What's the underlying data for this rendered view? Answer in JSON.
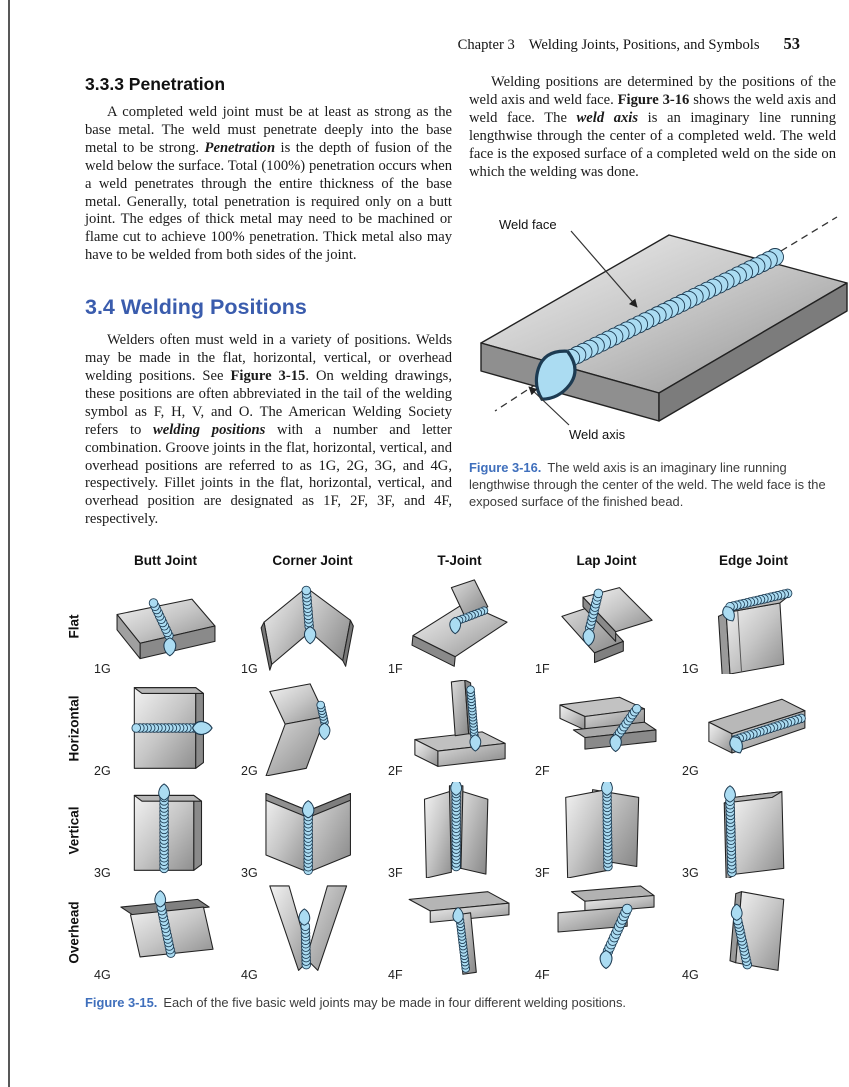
{
  "header": {
    "chapter": "Chapter 3",
    "title": "Welding Joints, Positions, and Symbols",
    "page_number": "53"
  },
  "left_column": {
    "section_333": {
      "heading": "3.3.3 Penetration",
      "body": [
        {
          "t": "A completed weld joint must be at least as strong as the base metal. The weld must penetrate deeply into the base metal to be strong. "
        },
        {
          "t": "Penetration",
          "b": true,
          "i": true
        },
        {
          "t": " is the depth of fusion of the weld below the surface. Total (100%) penetration occurs when a weld penetrates through the entire thickness of the base metal. Generally, total penetration is required only on a butt joint. The edges of thick metal may need to be machined or flame cut to achieve 100% penetration. Thick metal also may have to be welded from both sides of the joint."
        }
      ]
    },
    "section_34": {
      "heading": "3.4 Welding Positions",
      "body": [
        {
          "t": "Welders often must weld in a variety of positions. Welds may be made in the flat, horizontal, vertical, or overhead welding positions. See "
        },
        {
          "t": "Figure 3-15",
          "b": true
        },
        {
          "t": ". On welding drawings, these positions are often abbreviated in the tail of the welding symbol as F, H, V, and O. The American Welding Society refers to "
        },
        {
          "t": "welding positions",
          "b": true,
          "i": true
        },
        {
          "t": " with a number and letter combination. Groove joints in the flat, horizontal, vertical, and overhead positions are referred to as 1G, 2G, 3G, and 4G, respectively. Fillet joints in the flat, horizontal, vertical, and overhead position are designated as 1F, 2F, 3F, and 4F, respectively."
        }
      ]
    }
  },
  "right_column": {
    "intro": [
      {
        "t": "Welding positions are determined by the positions of the weld axis and weld face. "
      },
      {
        "t": "Figure 3-16",
        "b": true
      },
      {
        "t": " shows the weld axis and weld face. The "
      },
      {
        "t": "weld axis",
        "b": true,
        "i": true
      },
      {
        "t": " is an imaginary line running lengthwise through the center of a completed weld. The weld face is the exposed surface of a completed weld on the side on which the welding was done."
      }
    ]
  },
  "figure_3_16": {
    "labels": {
      "weld_face": "Weld face",
      "weld_axis": "Weld axis"
    },
    "caption_label": "Figure 3-16.",
    "caption_text": "The weld axis is an imaginary line running lengthwise through the center of the weld. The weld face is the exposed surface of the finished bead."
  },
  "figure_3_15": {
    "columns": [
      "Butt Joint",
      "Corner Joint",
      "T-Joint",
      "Lap Joint",
      "Edge Joint"
    ],
    "rows": [
      "Flat",
      "Horizontal",
      "Vertical",
      "Overhead"
    ],
    "position_labels": [
      [
        "1G",
        "1G",
        "1F",
        "1F",
        "1G"
      ],
      [
        "2G",
        "2G",
        "2F",
        "2F",
        "2G"
      ],
      [
        "3G",
        "3G",
        "3F",
        "3F",
        "3G"
      ],
      [
        "4G",
        "4G",
        "4F",
        "4F",
        "4G"
      ]
    ],
    "caption_label": "Figure 3-15.",
    "caption_text": "Each of the five basic weld joints may be made in four different welding positions."
  },
  "colors": {
    "section_heading_blue": "#3a5cad",
    "caption_blue": "#3f6fbc",
    "bead_blue": "#abdcf2",
    "bead_outline": "#1d3b52",
    "plate_light": "#f2f2f2",
    "plate_mid": "#c6c6c6",
    "plate_dark": "#8f8f8f",
    "plate_side": "#8a8a8a",
    "outline": "#222222"
  }
}
